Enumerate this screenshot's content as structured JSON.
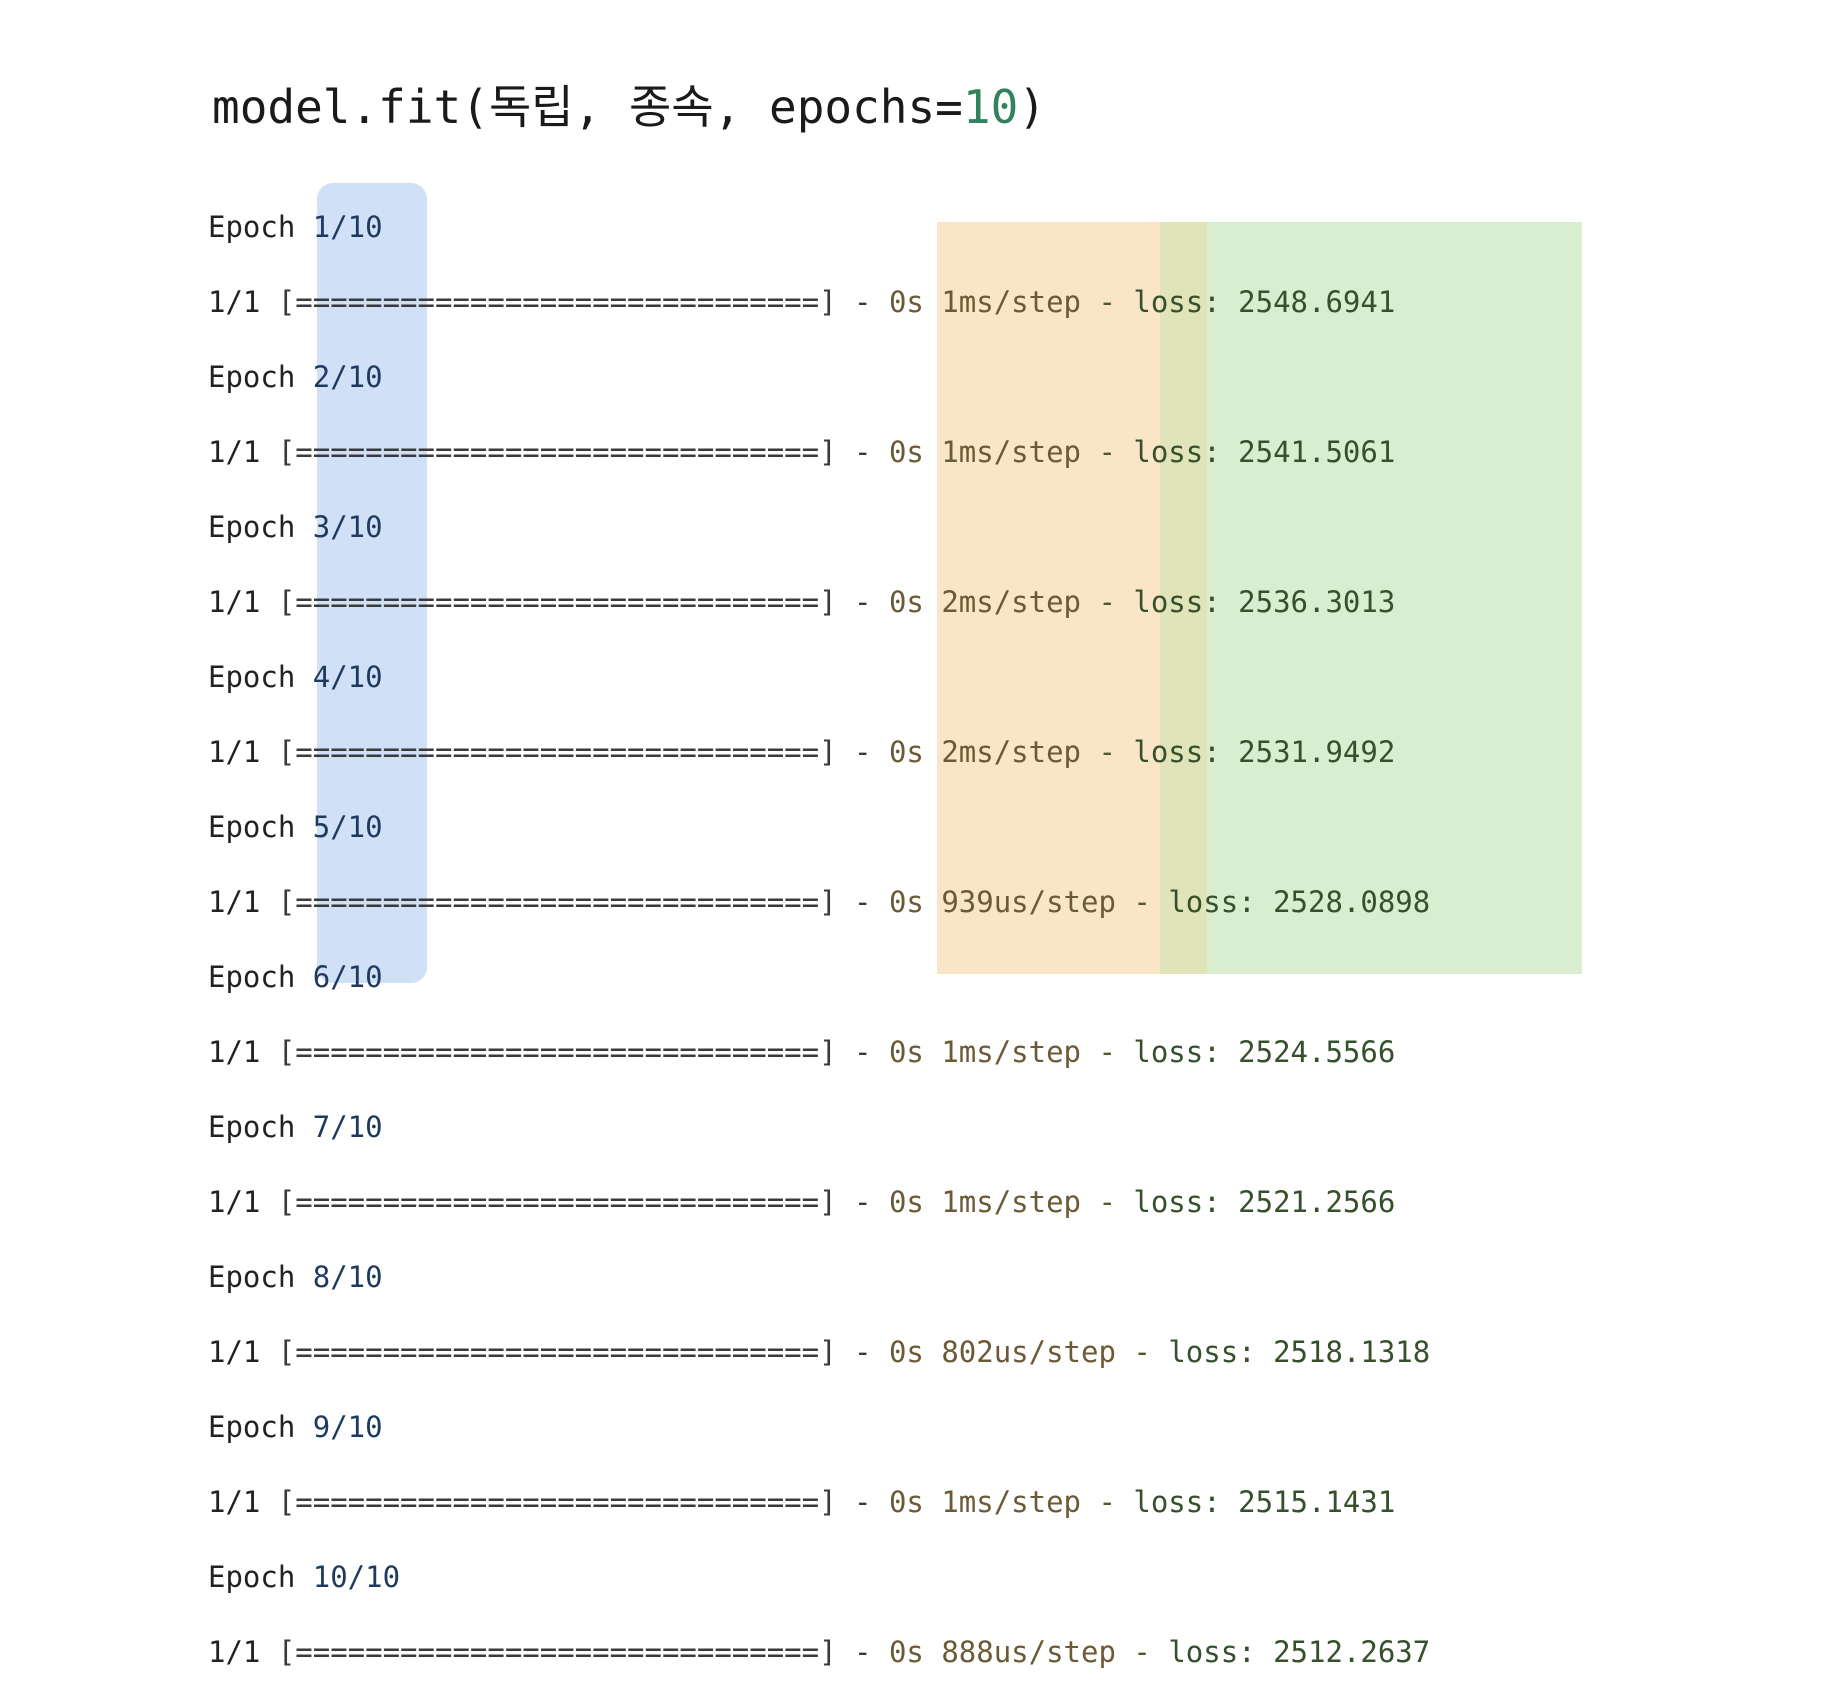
{
  "title": {
    "prefix": "model.fit(독립, 종속, epochs=",
    "epochs_value": "10",
    "suffix": ")",
    "full": "model.fit(독립, 종속, epochs=10)",
    "accent_color": "#33815e"
  },
  "highlights": {
    "epoch_counter": {
      "name": "epoch-counter-highlight",
      "color": "#cfe0f7"
    },
    "timing": {
      "name": "timing-highlight",
      "color": "#fae6c6"
    },
    "loss": {
      "name": "loss-highlight",
      "color": "#d9edd0"
    },
    "overlap": {
      "name": "timing-loss-overlap",
      "color": "#e1e4b8"
    }
  },
  "console": {
    "epoch_label": "Epoch",
    "steps_label": "1/1",
    "progress_bar": "[==============================]",
    "dash": "-",
    "time_prefix": "0s",
    "loss_label": "loss:",
    "total_epochs": "10",
    "rows": [
      {
        "epoch": "1/10",
        "steps": "1/1",
        "bar": "[==============================]",
        "time": "0s",
        "per_step": "1ms/step",
        "loss": "2548.6941"
      },
      {
        "epoch": "2/10",
        "steps": "1/1",
        "bar": "[==============================]",
        "time": "0s",
        "per_step": "1ms/step",
        "loss": "2541.5061"
      },
      {
        "epoch": "3/10",
        "steps": "1/1",
        "bar": "[==============================]",
        "time": "0s",
        "per_step": "2ms/step",
        "loss": "2536.3013"
      },
      {
        "epoch": "4/10",
        "steps": "1/1",
        "bar": "[==============================]",
        "time": "0s",
        "per_step": "2ms/step",
        "loss": "2531.9492"
      },
      {
        "epoch": "5/10",
        "steps": "1/1",
        "bar": "[==============================]",
        "time": "0s",
        "per_step": "939us/step",
        "loss": "2528.0898"
      },
      {
        "epoch": "6/10",
        "steps": "1/1",
        "bar": "[==============================]",
        "time": "0s",
        "per_step": "1ms/step",
        "loss": "2524.5566"
      },
      {
        "epoch": "7/10",
        "steps": "1/1",
        "bar": "[==============================]",
        "time": "0s",
        "per_step": "1ms/step",
        "loss": "2521.2566"
      },
      {
        "epoch": "8/10",
        "steps": "1/1",
        "bar": "[==============================]",
        "time": "0s",
        "per_step": "802us/step",
        "loss": "2518.1318"
      },
      {
        "epoch": "9/10",
        "steps": "1/1",
        "bar": "[==============================]",
        "time": "0s",
        "per_step": "1ms/step",
        "loss": "2515.1431"
      },
      {
        "epoch": "10/10",
        "steps": "1/1",
        "bar": "[==============================]",
        "time": "0s",
        "per_step": "888us/step",
        "loss": "2512.2637"
      }
    ]
  }
}
